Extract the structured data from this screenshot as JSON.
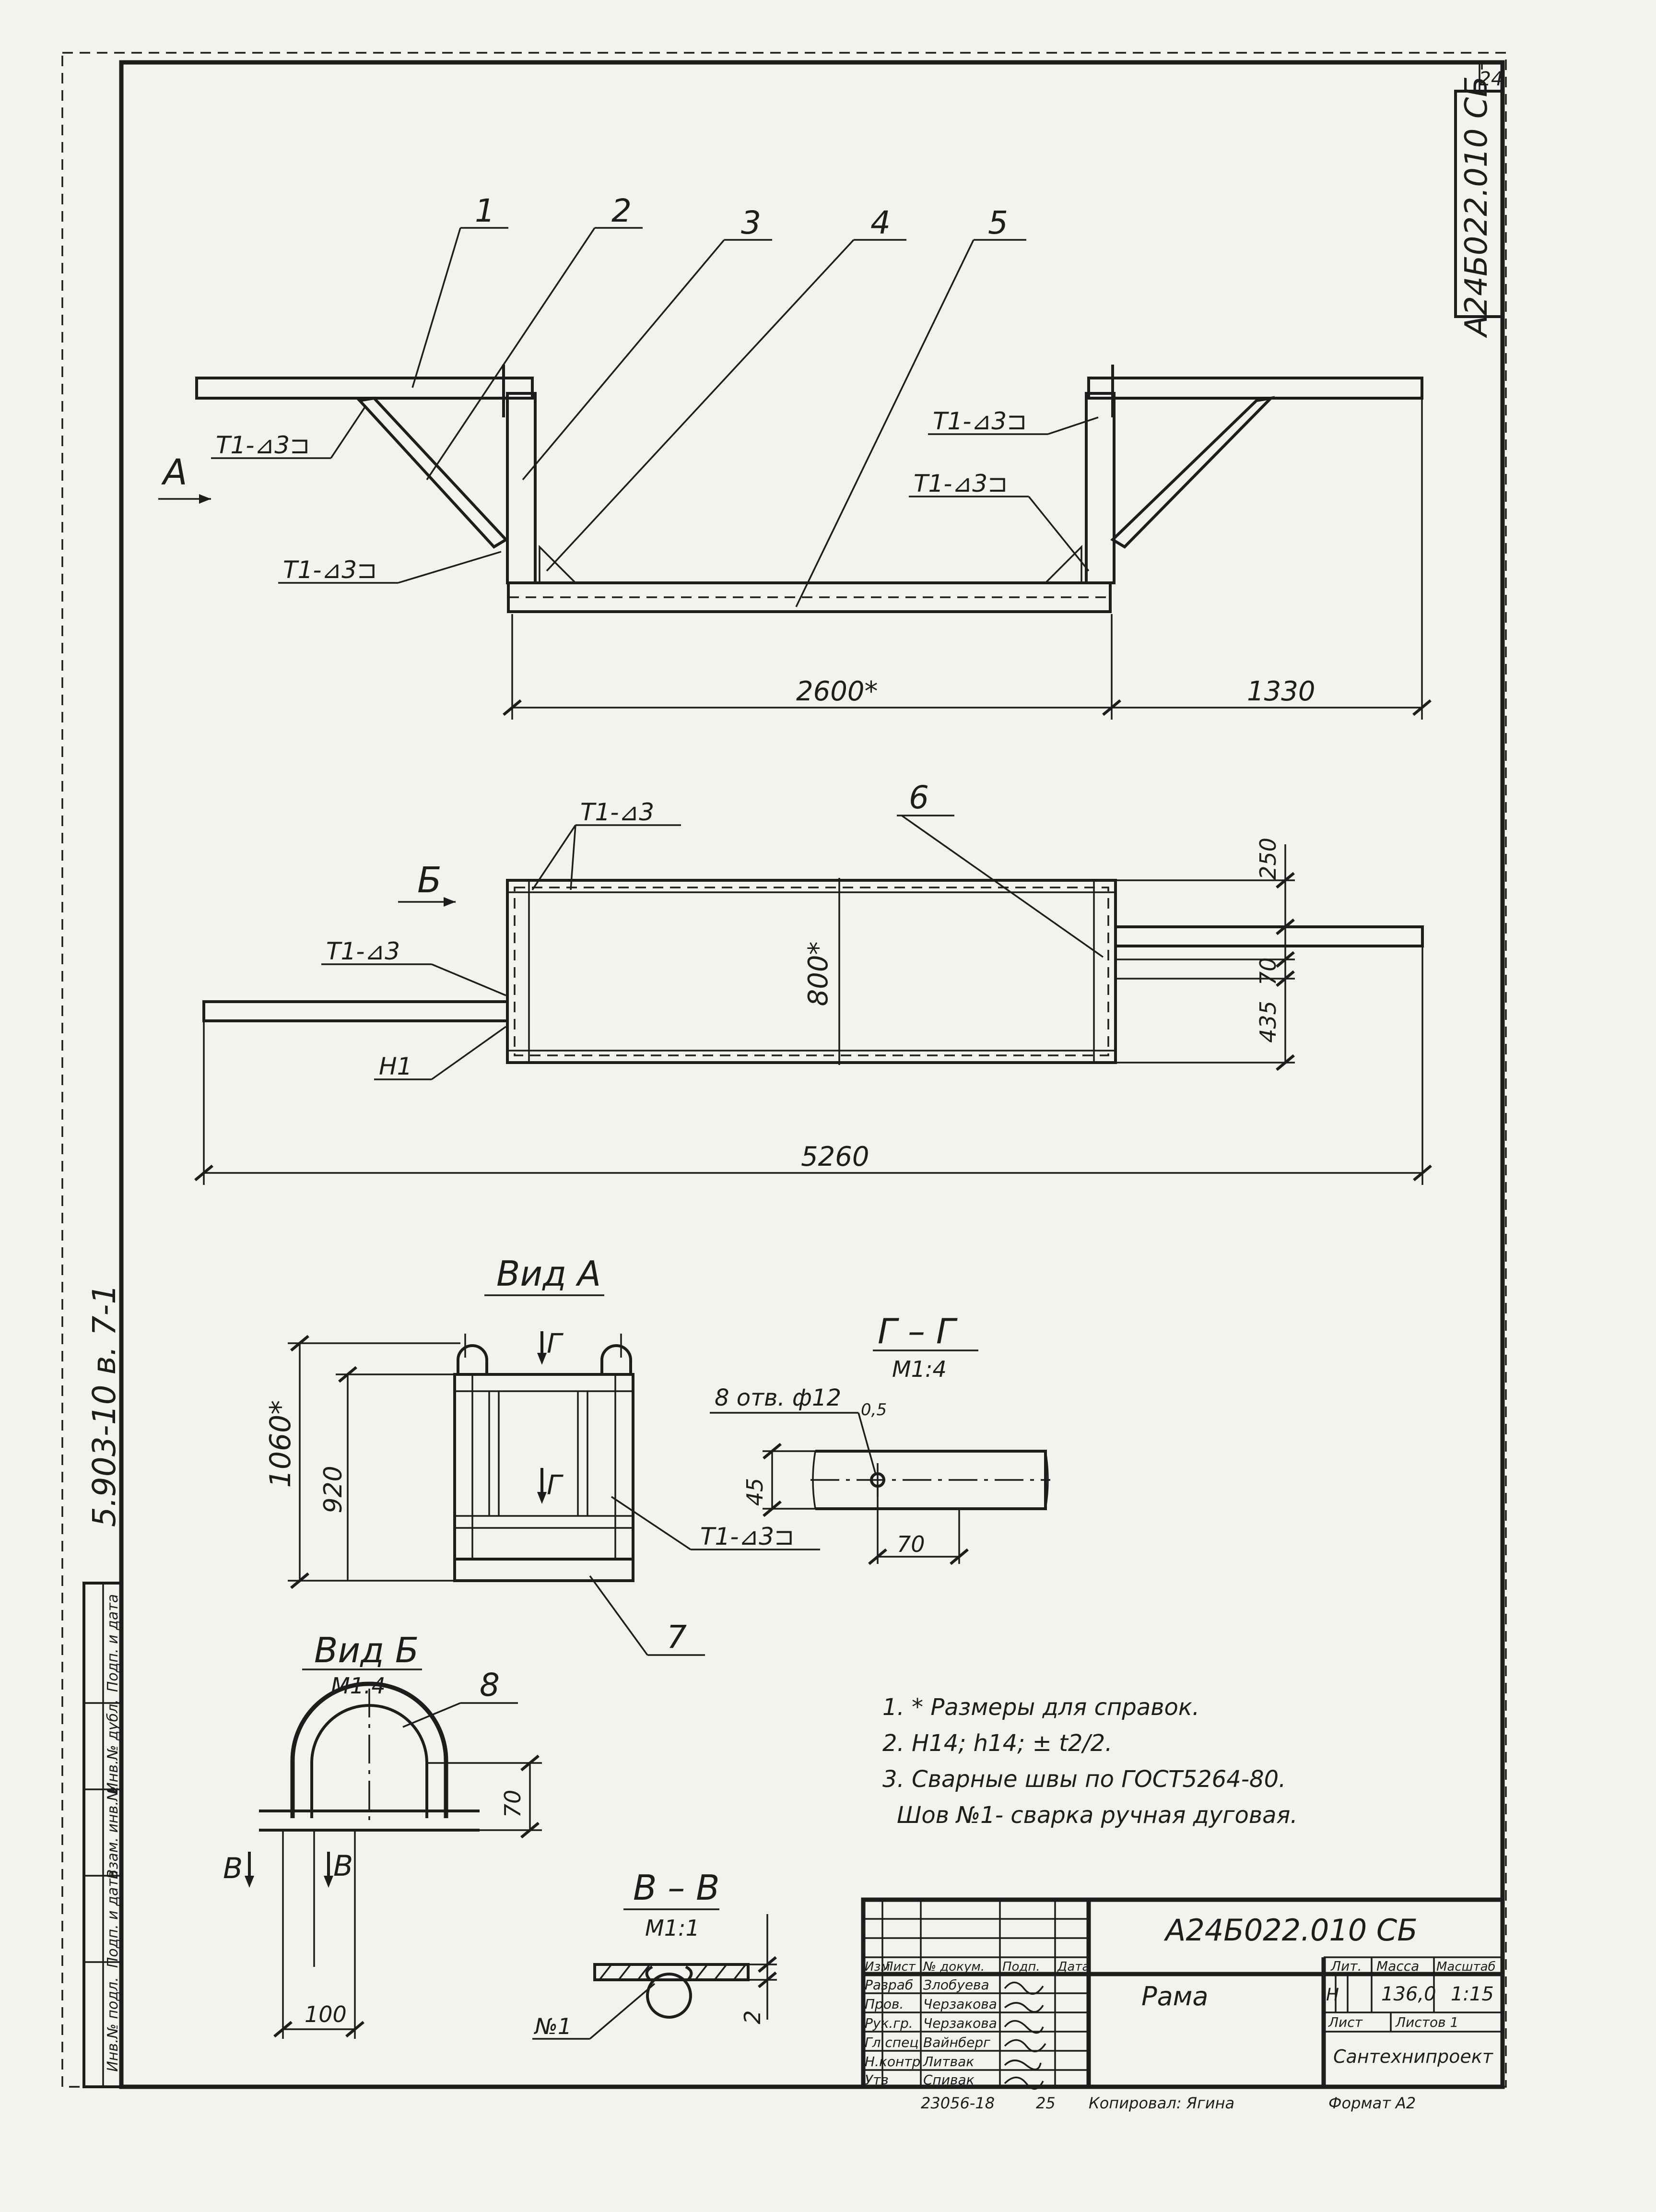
{
  "sheet_number": "24",
  "designation": "А24Б022.010 СБ",
  "side_code": "5.903-10  в. 7-1",
  "views": {
    "front": {
      "view_label": "А",
      "positions": [
        "1",
        "2",
        "3",
        "4",
        "5"
      ],
      "welds": [
        "Т1-⊿3⊐",
        "Т1-⊿3⊐",
        "Т1-⊿3⊐",
        "Т1-⊿3⊐"
      ],
      "dims": {
        "length": "2600*",
        "overhang": "1330"
      }
    },
    "plan": {
      "view_label": "Б",
      "positions": [
        "6"
      ],
      "welds": [
        "Т1-⊿3",
        "Т1-⊿3"
      ],
      "weld_code": "Н1",
      "dims": {
        "width": "800*",
        "top": "250",
        "gap": "70",
        "bottom": "435",
        "overall": "5260"
      }
    },
    "view_a": {
      "title": "Вид А",
      "section_mark": "Г",
      "weld": "Т1-⊿3⊐",
      "position": "7",
      "dims": {
        "height": "1060*",
        "inner": "920"
      }
    },
    "section_gg": {
      "title": "Г – Г",
      "scale": "М1:4",
      "holes": "8 отв. ф12",
      "tol": "0,5",
      "dims": {
        "h": "45",
        "w": "70"
      }
    },
    "view_b": {
      "title": "Вид Б",
      "scale": "М1:4",
      "position": "8",
      "section_mark": "В",
      "dims": {
        "h": "70",
        "w": "100"
      }
    },
    "section_vv": {
      "title": "В – В",
      "scale": "М1:1",
      "weld": "№1",
      "dim": "2"
    }
  },
  "notes": [
    "1. * Размеры для справок.",
    "2. Н14; h14; ± t2/2.",
    "3. Сварные швы по ГОСТ5264-80.",
    "Шов №1- сварка ручная дуговая."
  ],
  "title_block": {
    "designation": "А24Б022.010 СБ",
    "name": "Рама",
    "col_headers": [
      "Изм",
      "Лист",
      "№ докум.",
      "Подп.",
      "Дата"
    ],
    "roles": [
      "Разраб",
      "Пров.",
      "Рук.гр.",
      "Гл.спец",
      "Н.контр",
      "Утв"
    ],
    "names": [
      "Злобуева",
      "Черзакова",
      "Черзакова",
      "Вайнберг",
      "Литвак",
      "Спивак"
    ],
    "lit_header": "Лит.",
    "mass_header": "Масса",
    "scale_header": "Масштаб",
    "lit": "Н",
    "mass": "136,0",
    "scale": "1:15",
    "sheet": "Лист",
    "sheets": "Листов 1",
    "org": "Сантехнипроект",
    "bottom": [
      "23056-18",
      "25",
      "Копировал: Ягина",
      "Формат А2"
    ]
  },
  "side_stamp": [
    "Инв.№ подл.",
    "Подп. и дата",
    "Взам. инв.№",
    "Инв.№ дубл.",
    "Подп. и дата"
  ]
}
